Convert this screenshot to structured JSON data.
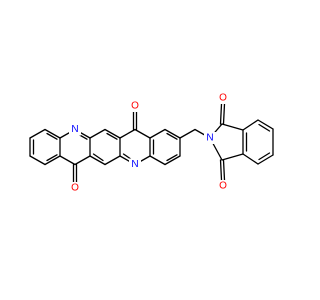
{
  "structure": {
    "atoms": [
      {
        "id": "n1",
        "symbol": "N",
        "color": "#0000ff"
      },
      {
        "id": "n2",
        "symbol": "N",
        "color": "#0000ff"
      },
      {
        "id": "n3",
        "symbol": "N",
        "color": "#0000ff"
      },
      {
        "id": "o1",
        "symbol": "O",
        "color": "#ff0000"
      },
      {
        "id": "o2",
        "symbol": "O",
        "color": "#ff0000"
      },
      {
        "id": "o3",
        "symbol": "O",
        "color": "#ff0000"
      },
      {
        "id": "o4",
        "symbol": "O",
        "color": "#ff0000"
      }
    ]
  }
}
